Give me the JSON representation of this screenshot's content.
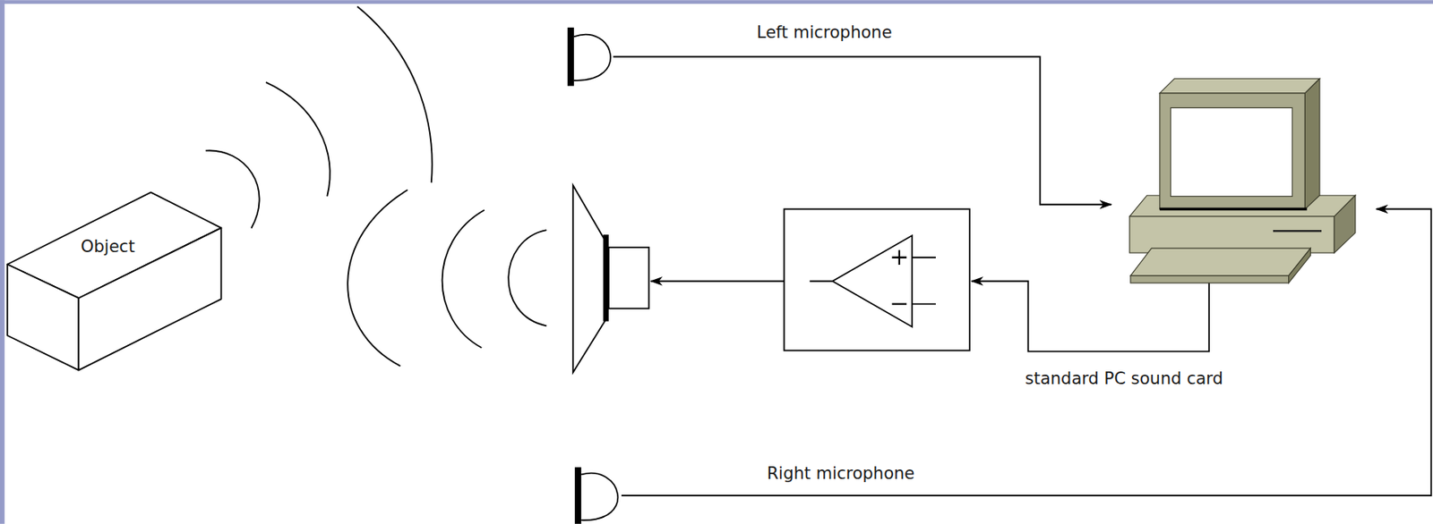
{
  "diagram": {
    "nodes": [
      {
        "text": [
          "Object"
        ]
      }
    ],
    "labels": [
      "Left microphone",
      "standard PC sound card",
      "Right microphone"
    ]
  }
}
